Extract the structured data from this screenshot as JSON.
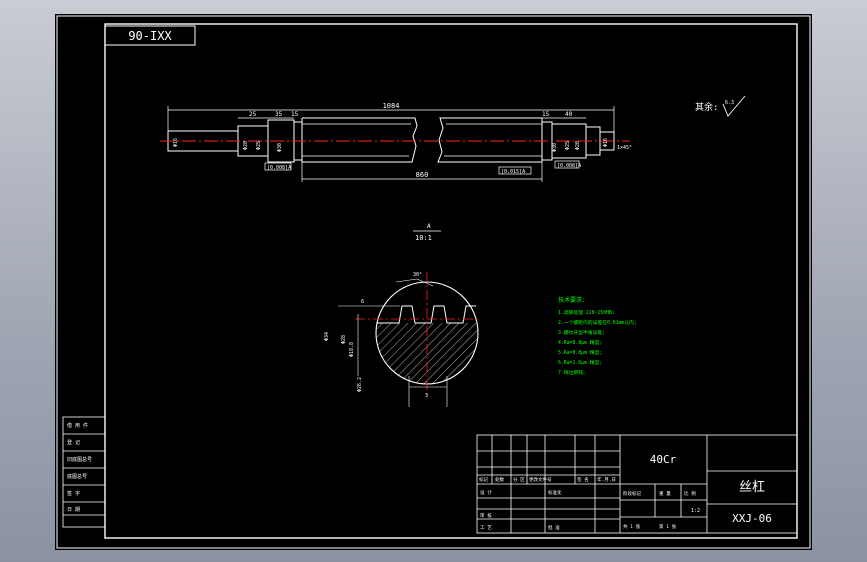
{
  "drawing_code": "90-IXX",
  "roughness_note": "其余:",
  "roughness_value": "6.3",
  "section_mark": "A",
  "section_scale": "10:1",
  "material": "40Cr",
  "part_name": "丝杠",
  "part_number": "XXJ-06",
  "scale": "1:2",
  "title_block": {
    "row_labels": [
      "标记",
      "处数",
      "分 区",
      "更改文件号",
      "签 名",
      "年.月.日"
    ],
    "designer": "设 计",
    "standardize": "标准化",
    "approve": "审 核",
    "process": "工 艺",
    "approved": "批 准",
    "stage_mark": "阶段标记",
    "weight": "重 量",
    "scale_label": "比 例",
    "sheets_total": "共 1 张",
    "sheet_no": "第 1 张"
  },
  "side_table": [
    "借 用 件",
    "登 记",
    "旧底图总号",
    "底图总号",
    "签 字",
    "日 期"
  ],
  "tech_notes": {
    "title": "技术要求:",
    "lines": [
      "1.调质处理 220-250HB;",
      "2.一个螺距内的误差在0.01mm以内;",
      "3.螺纹牙型半角误差;",
      "4.Ra=0.8μm 精度;",
      "5.Ra=0.8μm 精度;",
      "6.Ra=1.6μm 精度;",
      "7.锐边倒钝。"
    ]
  },
  "dimensions": {
    "overall_length": "1084",
    "thread_length": "860",
    "left_segments": [
      "25",
      "35",
      "15"
    ],
    "right_segments": [
      "15",
      "40"
    ],
    "diameters": [
      "Φ16",
      "Φ20",
      "Φ25",
      "Φ30",
      "Φ30",
      "Φ25",
      "Φ20",
      "Φ16"
    ],
    "end_chamfer": "1×45°",
    "tolerance_tags": [
      "[0.008]A",
      "[0.015]A",
      "[0.008]A"
    ],
    "section_dims": [
      "Φ34",
      "Φ28",
      "Φ18.8",
      "Φ26.2"
    ],
    "section_angle": "30°",
    "section_pitch": "6",
    "section_width": "3"
  }
}
